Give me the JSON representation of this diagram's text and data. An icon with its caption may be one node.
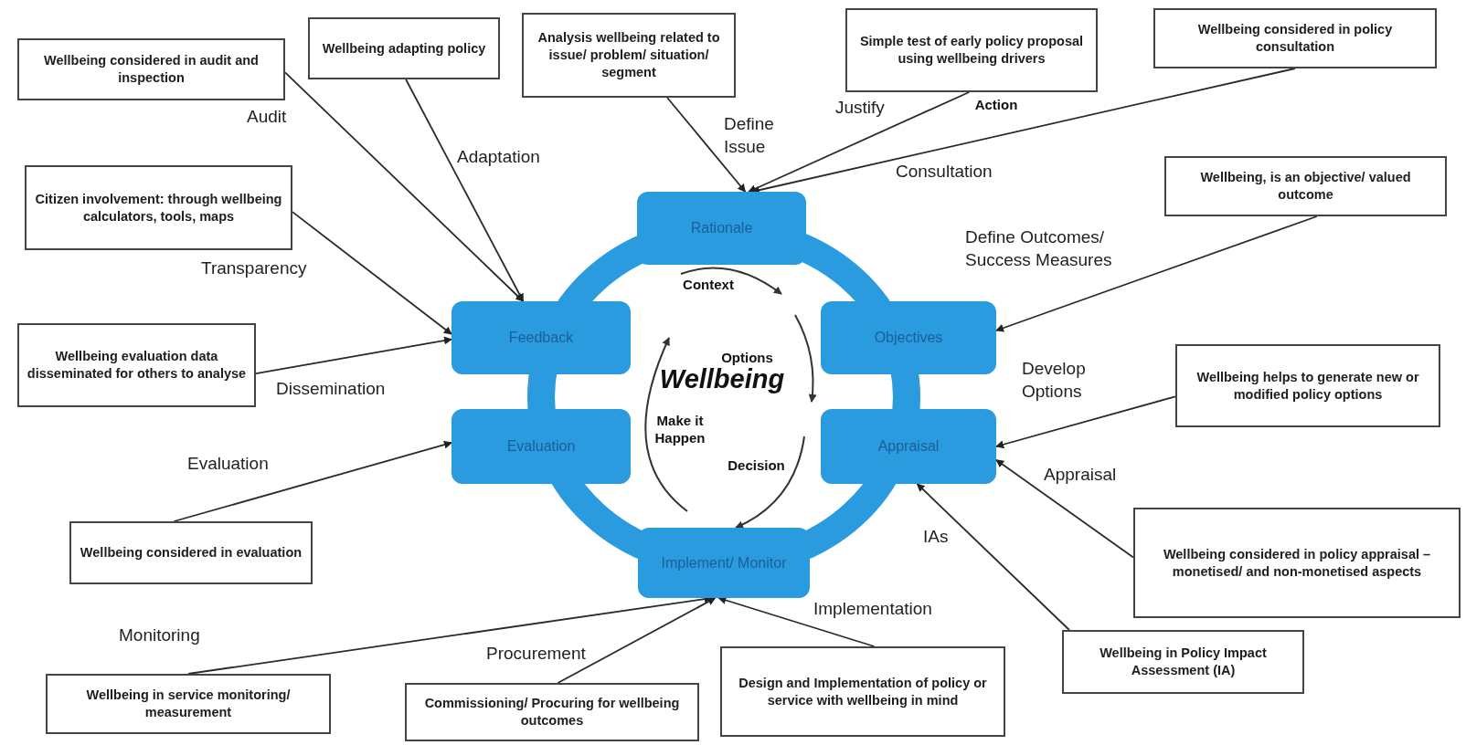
{
  "diagram": {
    "nodes": [
      {
        "text": [
          "Wellbeing considered in audit and inspection"
        ]
      },
      {
        "text": [
          "Wellbeing adapting policy"
        ]
      },
      {
        "text": [
          "Analysis wellbeing related to issue/ problem/ situation/ segment"
        ]
      },
      {
        "text": [
          "Simple test of early policy proposal using wellbeing drivers"
        ]
      },
      {
        "text": [
          "Wellbeing considered in policy consultation"
        ]
      },
      {
        "text": [
          "Citizen involvement: through wellbeing calculators, tools, maps"
        ]
      },
      {
        "text": [
          "Wellbeing, is an objective/ valued outcome"
        ]
      },
      {
        "text": [
          "Rationale"
        ]
      },
      {
        "text": [
          "Feedback"
        ]
      },
      {
        "text": [
          "Objectives"
        ]
      },
      {
        "text": [
          "Wellbeing evaluation data disseminated for others to analyse"
        ]
      },
      {
        "text": [
          "Wellbeing helps to generate new or modified policy options"
        ]
      },
      {
        "text": [
          "Evaluation"
        ]
      },
      {
        "text": [
          "Appraisal"
        ]
      },
      {
        "text": [
          "Wellbeing considered in evaluation"
        ]
      },
      {
        "text": [
          "Wellbeing considered in policy appraisal – monetised/ and non-monetised aspects"
        ]
      },
      {
        "text": [
          "Implement/ Monitor"
        ]
      },
      {
        "text": [
          "Wellbeing in Policy Impact Assessment (IA)"
        ]
      },
      {
        "text": [
          "Wellbeing in service monitoring/ measurement"
        ]
      },
      {
        "text": [
          "Commissioning/ Procuring for wellbeing outcomes"
        ]
      },
      {
        "text": [
          "Design and Implementation of policy or service with wellbeing in mind"
        ]
      }
    ],
    "edges": [
      {
        "from": 0,
        "to": 8,
        "arrow": "to",
        "label": "Audit"
      },
      {
        "from": 1,
        "to": 8,
        "arrow": "to",
        "label": "Adaptation"
      },
      {
        "from": 2,
        "to": 7,
        "arrow": "to",
        "label": "Define Issue"
      },
      {
        "from": 3,
        "to": 7,
        "arrow": "to",
        "label": "Justify"
      },
      {
        "from": 4,
        "to": 7,
        "arrow": "to",
        "label": "Consultation"
      },
      {
        "from": 5,
        "to": 8,
        "arrow": "to",
        "label": "Transparency"
      },
      {
        "from": 6,
        "to": 9,
        "arrow": "to",
        "label": "Define Outcomes/ Success Measures"
      },
      {
        "from": 10,
        "to": 8,
        "arrow": "to",
        "label": "Dissemination"
      },
      {
        "from": 11,
        "to": 13,
        "arrow": "to",
        "label": "Develop Options"
      },
      {
        "from": 14,
        "to": 12,
        "arrow": "to",
        "label": "Evaluation"
      },
      {
        "from": 15,
        "to": 13,
        "arrow": "to",
        "label": "Appraisal"
      },
      {
        "from": 17,
        "to": 13,
        "arrow": "to",
        "label": "IAs"
      },
      {
        "from": 18,
        "to": 16,
        "arrow": "to",
        "label": "Monitoring"
      },
      {
        "from": 19,
        "to": 16,
        "arrow": "to",
        "label": "Procurement"
      },
      {
        "from": 20,
        "to": 16,
        "arrow": "to",
        "label": "Implementation"
      }
    ],
    "labels": [
      "Action",
      "Context",
      "Options",
      "Wellbeing",
      "Make it Happen",
      "Decision"
    ]
  }
}
